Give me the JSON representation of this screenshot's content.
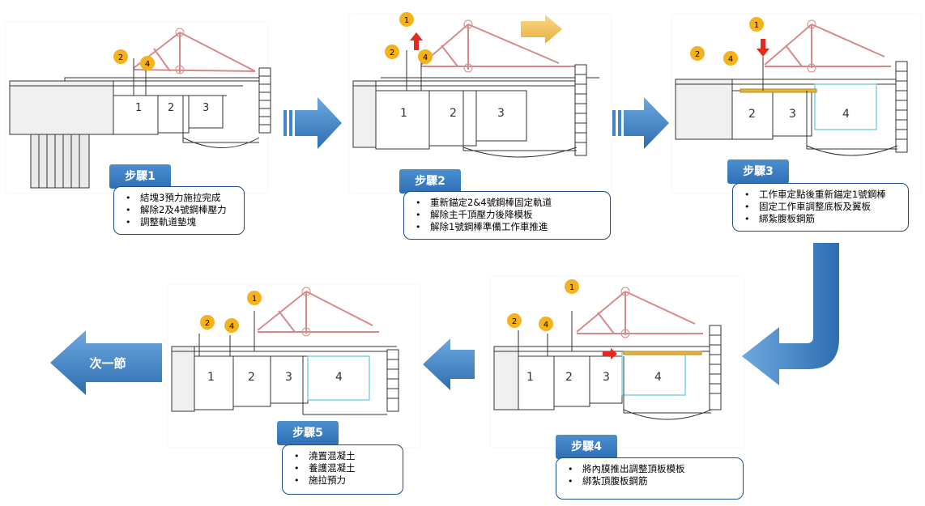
{
  "colors": {
    "arrow_blue": "#3f86cf",
    "arrow_blue_dark": "#2d6db0",
    "tab_blue": "#3a7cc2",
    "box_border": "#1f4e8c",
    "badge_yellow": "#f6b21c",
    "frame_pink": "#d78a8a",
    "move_red": "#e22a1f",
    "rail_yellow": "#e6b43a",
    "new_segment_cyan": "#7fd3e0",
    "yellow_arrow": "#f2c35a"
  },
  "steps": [
    {
      "title": "步驟1",
      "items": [
        "結塊3預力施拉完成",
        "解除2及4號鋼棒壓力",
        "調整軌道墊塊"
      ],
      "segments": [
        "1",
        "2",
        "3"
      ],
      "badges": [
        "2",
        "4"
      ]
    },
    {
      "title": "步驟2",
      "items": [
        "重新錨定2&4號鋼棒固定軌道",
        "解除主千頂壓力後降模板",
        "解除1號鋼棒準備工作車推進"
      ],
      "segments": [
        "1",
        "2",
        "3"
      ],
      "badges": [
        "1",
        "2",
        "4"
      ]
    },
    {
      "title": "步驟3",
      "items": [
        "工作車定點後重新錨定1號鋼棒",
        "固定工作車調整底板及翼板",
        "綁紮腹板鋼筋"
      ],
      "segments": [
        "2",
        "3",
        "4"
      ],
      "badges": [
        "1",
        "2",
        "4"
      ]
    },
    {
      "title": "步驟4",
      "items": [
        "將內膜推出調整頂板模板",
        "綁紮頂腹板鋼筋"
      ],
      "segments": [
        "1",
        "2",
        "3",
        "4"
      ],
      "badges": [
        "1",
        "2",
        "4"
      ]
    },
    {
      "title": "步驟5",
      "items": [
        "澆置混凝土",
        "養護混凝土",
        "施拉預力"
      ],
      "segments": [
        "1",
        "2",
        "3",
        "4"
      ],
      "badges": [
        "1",
        "2",
        "4"
      ]
    }
  ],
  "next_label": "次一節"
}
